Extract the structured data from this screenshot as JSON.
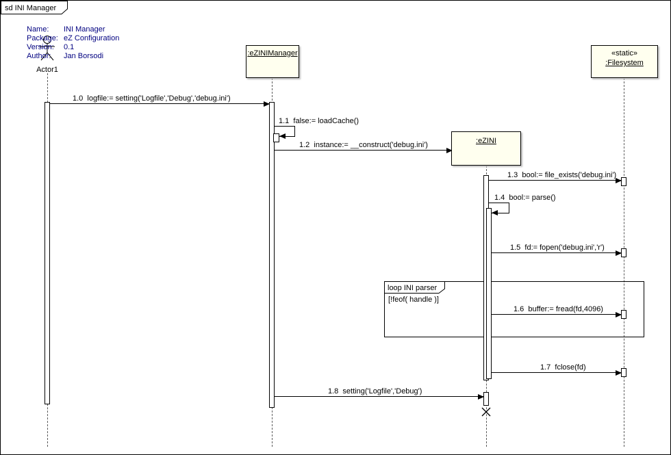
{
  "frame": {
    "title": "sd INI Manager"
  },
  "meta": {
    "rows": [
      {
        "label": "Name:",
        "value": "INI Manager"
      },
      {
        "label": "Package:",
        "value": "eZ Configuration"
      },
      {
        "label": "Version:",
        "value": "0.1"
      },
      {
        "label": "Author:",
        "value": "Jan Borsodi"
      }
    ]
  },
  "actor": {
    "label": "Actor1"
  },
  "lifelines": {
    "manager": {
      "name": ":eZINIManager"
    },
    "ezini": {
      "name": ":eZINI"
    },
    "filesystem": {
      "stereotype": "«static»",
      "name": ":Filesystem"
    }
  },
  "messages": [
    {
      "label": "1.0  logfile:= setting('Logfile','Debug','debug.ini')"
    },
    {
      "label": "1.1  false:= loadCache()"
    },
    {
      "label": "1.2  instance:= __construct('debug.ini')"
    },
    {
      "label": "1.3  bool:= file_exists('debug.ini')"
    },
    {
      "label": "1.4  bool:= parse()"
    },
    {
      "label": "1.5  fd:= fopen('debug.ini','r')"
    },
    {
      "label": "1.6  buffer:= fread(fd,4096)"
    },
    {
      "label": "1.7  fclose(fd)"
    },
    {
      "label": "1.8  setting('Logfile','Debug')"
    }
  ],
  "fragment": {
    "operator": "loop INI parser",
    "guard": "[!feof( handle )]"
  },
  "colors": {
    "lifeline_box_fill": "#ffffef",
    "meta_text": "#000080",
    "line": "#000000"
  }
}
